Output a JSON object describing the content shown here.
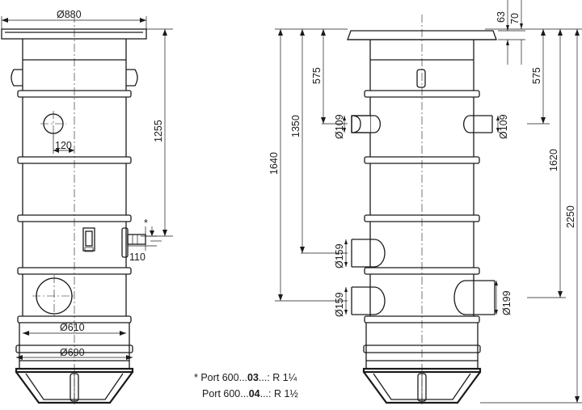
{
  "dimensions": {
    "d880": "Ø880",
    "h1255": "1255",
    "d120": "120",
    "d110": "110",
    "star": "*",
    "d610": "Ø610",
    "d690": "Ø690",
    "h63": "63",
    "h70": "70",
    "h575_left": "575",
    "h575_right": "575",
    "h1350": "1350",
    "h1640": "1640",
    "h1620": "1620",
    "h2250": "2250",
    "d109_left": "Ø109",
    "d109_right": "Ø109",
    "d159_upper": "Ø159",
    "d159_lower": "Ø159",
    "d199": "Ø199"
  },
  "notes": {
    "line1_prefix": "* Port 600...",
    "line1_bold": "03",
    "line1_suffix": "...: R 1¼",
    "line2_prefix": "Port 600...",
    "line2_bold": "04",
    "line2_suffix": "...: R 1½"
  }
}
